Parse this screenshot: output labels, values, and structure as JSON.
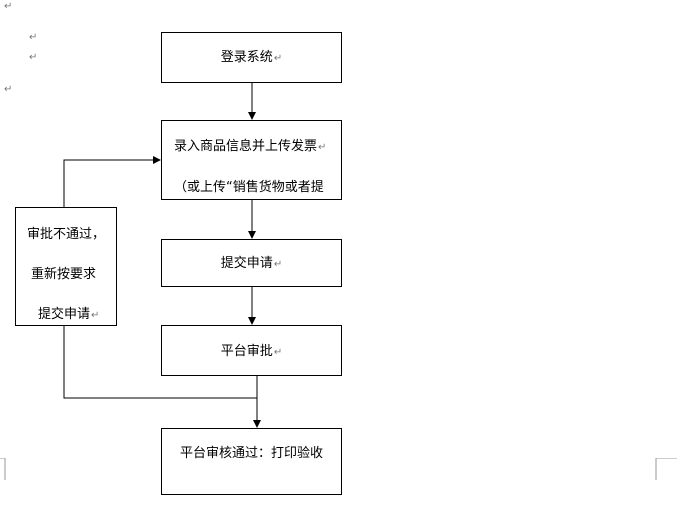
{
  "paragraph_mark": "↵",
  "flowchart": {
    "login": "登录系统",
    "enter_info_line1": "录入商品信息并上传发票",
    "enter_info_line2": "（或上传“销售货物或者提",
    "submit_application": "提交申请",
    "platform_review": "平台审批",
    "review_passed": "平台审核通过：打印验收",
    "rejected_line1": "审批不通过，",
    "rejected_line2": "重新按要求",
    "rejected_line3": "提交申请"
  },
  "colors": {
    "line": "#000000",
    "paragraph_mark": "#777777"
  }
}
